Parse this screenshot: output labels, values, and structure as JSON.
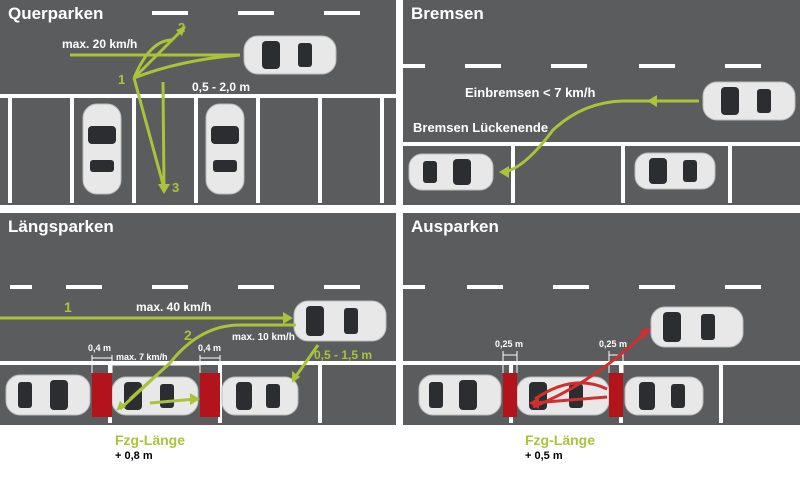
{
  "colors": {
    "road": "#5a5c5e",
    "marking": "#ffffff",
    "arrow_green": "#a9c43a",
    "arrow_red": "#cf2f2f",
    "block_red": "#b3131a",
    "footer_green": "#a9c43a"
  },
  "querparken": {
    "title": "Querparken",
    "speed": "max. 20 km/h",
    "distance": "0,5 - 2,0 m",
    "step1": "1",
    "step2": "2",
    "step3": "3"
  },
  "bremsen": {
    "title": "Bremsen",
    "brake_label": "Einbremsen < 7 km/h",
    "end_label": "Bremsen Lückenende"
  },
  "laengsparken": {
    "title": "Längsparken",
    "speed_lane": "max. 40 km/h",
    "speed_reverse": "max. 10 km/h",
    "speed_gap": "max. 7 km/h",
    "gap_left": "0,4 m",
    "gap_right": "0,4 m",
    "distance": "0,5 - 1,5 m",
    "step1": "1",
    "step2": "2",
    "footer_label": "Fzg-Länge",
    "footer_value": "+ 0,8 m"
  },
  "ausparken": {
    "title": "Ausparken",
    "gap_left": "0,25 m",
    "gap_right": "0,25 m",
    "footer_label": "Fzg-Länge",
    "footer_value": "+ 0,5 m"
  }
}
